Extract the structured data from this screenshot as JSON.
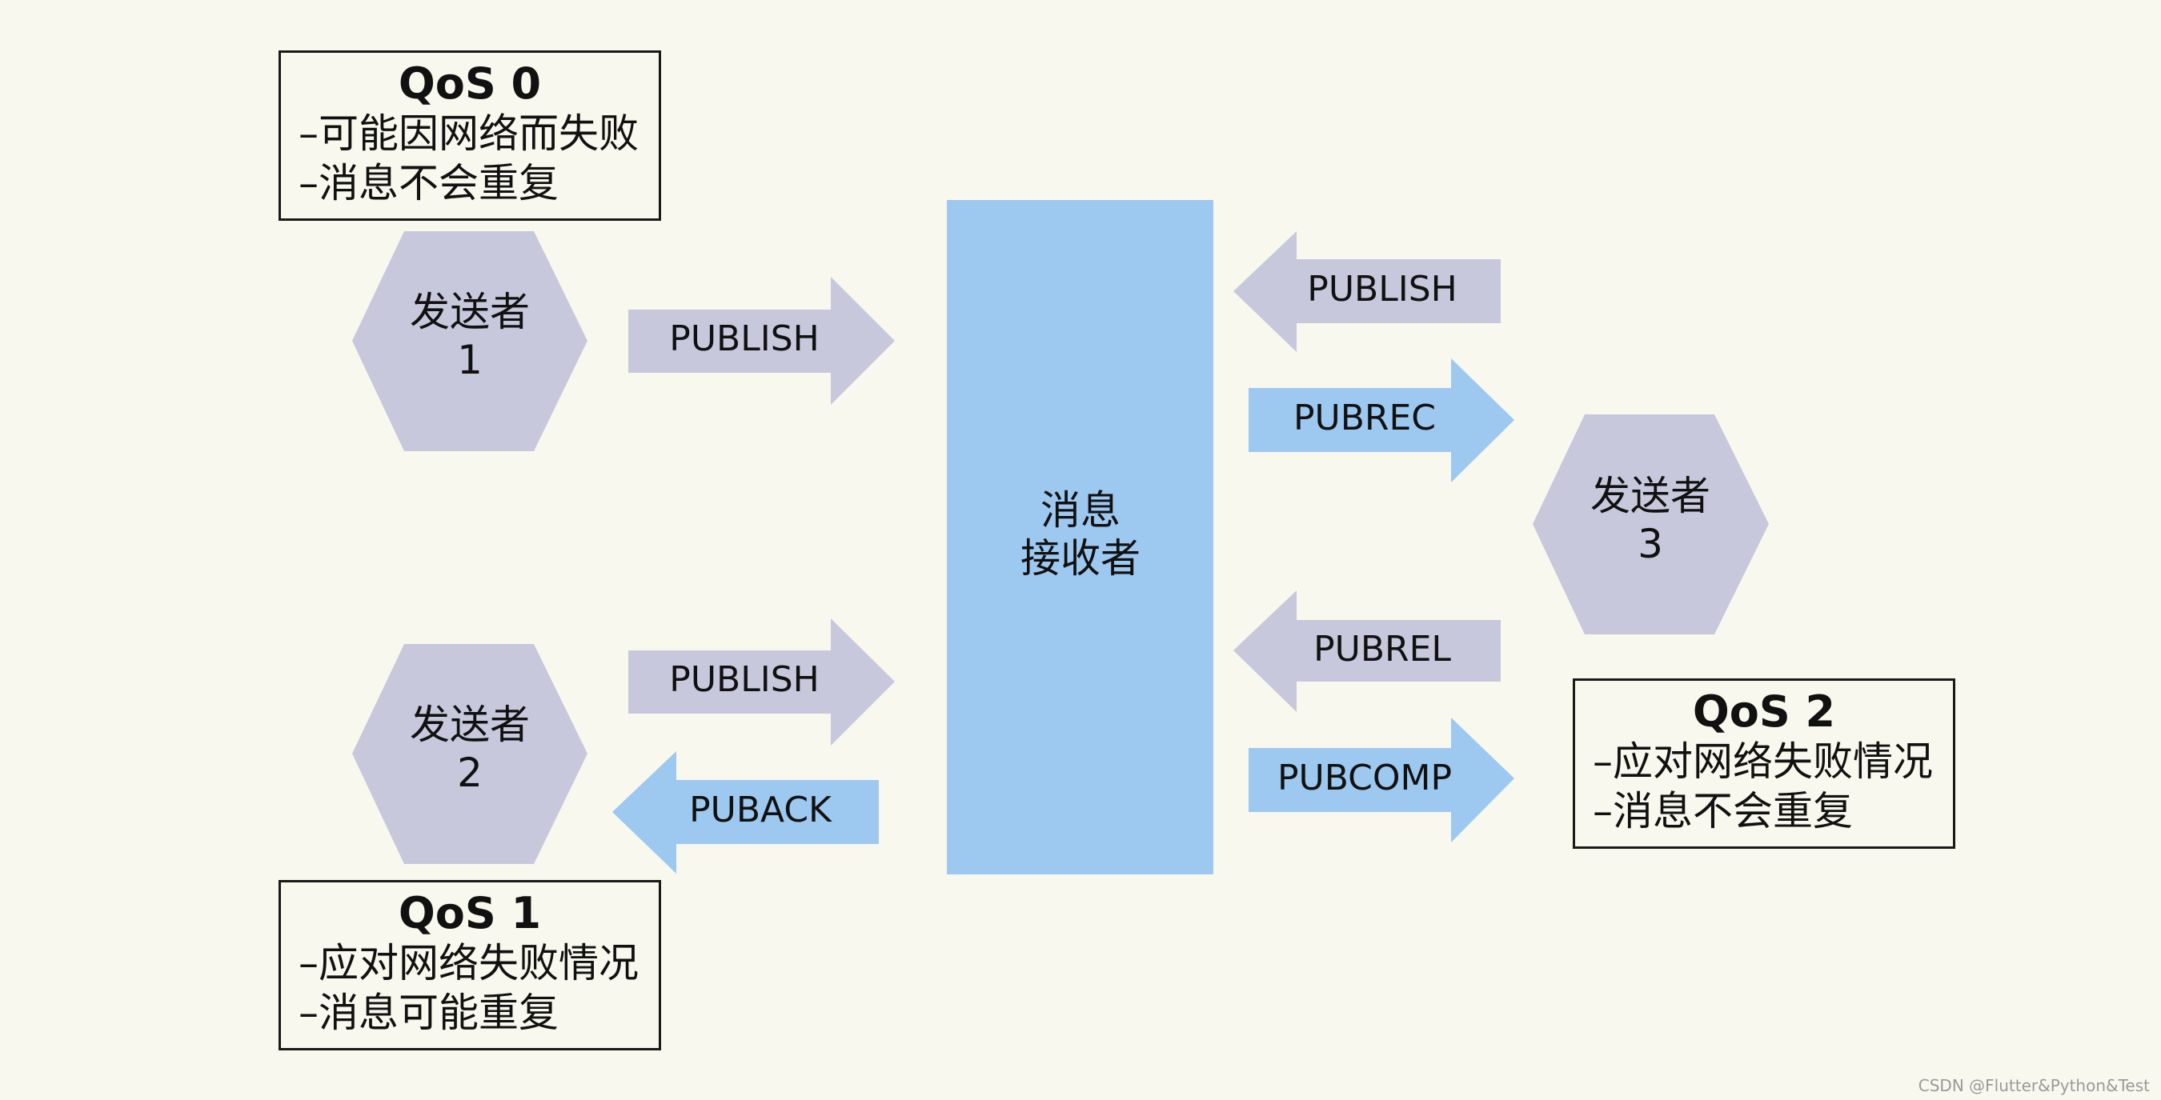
{
  "qos_boxes": [
    {
      "title": "QoS 0",
      "lines": [
        "–可能因网络而失败",
        "–消息不会重复"
      ]
    },
    {
      "title": "QoS 1",
      "lines": [
        "–应对网络失败情况",
        "–消息可能重复"
      ]
    },
    {
      "title": "QoS 2",
      "lines": [
        "–应对网络失败情况",
        "–消息不会重复"
      ]
    }
  ],
  "nodes": {
    "sender1": [
      "发送者",
      "1"
    ],
    "sender2": [
      "发送者",
      "2"
    ],
    "sender3": [
      "发送者",
      "3"
    ],
    "receiver": [
      "消息",
      "接收者"
    ]
  },
  "arrows": {
    "s1_publish": "PUBLISH",
    "s2_publish": "PUBLISH",
    "s2_puback": "PUBACK",
    "s3_publish": "PUBLISH",
    "s3_pubrec": "PUBREC",
    "s3_pubrel": "PUBREL",
    "s3_pubcomp": "PUBCOMP"
  },
  "colors": {
    "background": "#f8f8ee",
    "sender_fill": "#c8c8dd",
    "receiver_fill": "#9dc8ef",
    "arrow_gray": "#c8c8dd",
    "arrow_blue": "#9dc8ef",
    "box_border": "#1a1a1a"
  },
  "watermark": "CSDN @Flutter&Python&Test"
}
